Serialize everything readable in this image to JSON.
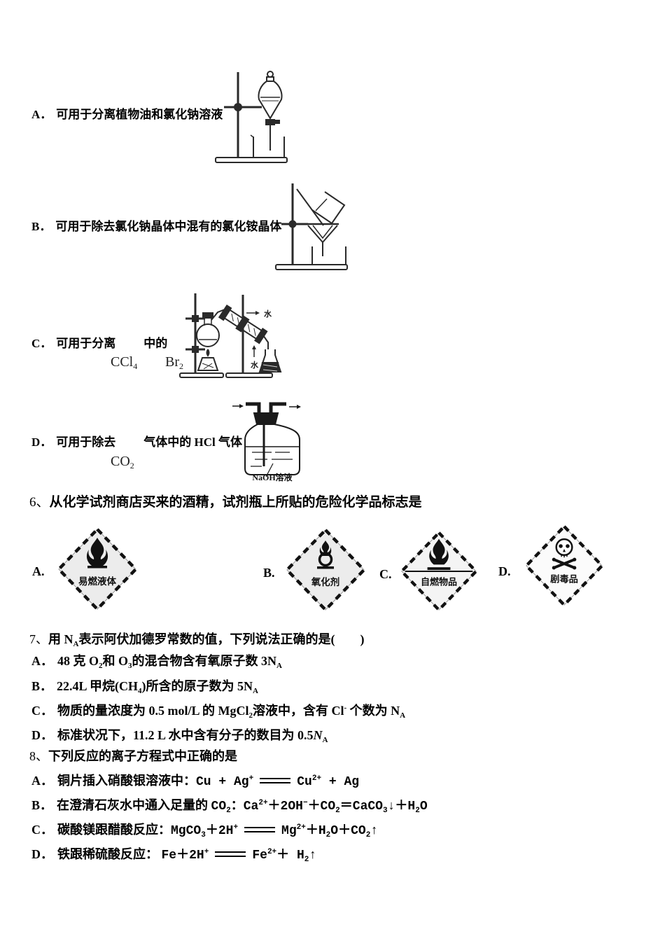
{
  "colors": {
    "ink": "#000000",
    "diagram_ink": "#2a2a2a",
    "diamond_fill": "#ececec"
  },
  "apparatus": {
    "water_label": "水",
    "naoh_label": "NaOH溶液",
    "a": {
      "label": "A．",
      "text": "可用于分离植物油和氯化钠溶液"
    },
    "b": {
      "label": "B．",
      "text": "可用于除去氯化钠晶体中混有的氯化铵晶体"
    },
    "c": {
      "label": "C．",
      "text1": "可用于分离",
      "text2": "中的",
      "f1": "CCl",
      "f1sub": "4",
      "f2": "Br",
      "f2sub": "2"
    },
    "d": {
      "label": "D．",
      "text1": "可用于除去",
      "text2": "气体中的 HCl 气体",
      "f1": "CO",
      "f1sub": "2"
    }
  },
  "q6": {
    "number": "6、",
    "title": "从化学试剂商店买来的酒精，试剂瓶上所贴的危险化学品标志是",
    "options": [
      {
        "label": "A.",
        "symbol": "flammable-liquid",
        "caption": "易燃液体"
      },
      {
        "label": "B.",
        "symbol": "oxidizer",
        "caption": "氧化剂"
      },
      {
        "label": "C.",
        "symbol": "spontaneously-combustible",
        "caption": "自燃物品"
      },
      {
        "label": "D.",
        "symbol": "highly-toxic",
        "caption": "剧毒品"
      }
    ]
  },
  "q7": {
    "number": "7、",
    "title_runs": [
      {
        "t": "用 N"
      },
      {
        "t": "A",
        "s": "sub"
      },
      {
        "t": "表示阿伏加德罗常数的值，下列说法正确的是(　　)"
      }
    ],
    "options": [
      {
        "label": "A．",
        "runs": [
          {
            "t": "48 克 O"
          },
          {
            "t": "2",
            "s": "sub"
          },
          {
            "t": "和 O"
          },
          {
            "t": "3",
            "s": "sub"
          },
          {
            "t": "的混合物含有氧原子数 3N"
          },
          {
            "t": "A",
            "s": "sub"
          }
        ]
      },
      {
        "label": "B．",
        "runs": [
          {
            "t": "22.4L 甲烷(CH"
          },
          {
            "t": "4",
            "s": "sub"
          },
          {
            "t": ")所含的原子数为 5N"
          },
          {
            "t": "A",
            "s": "sub"
          }
        ]
      },
      {
        "label": "C．",
        "runs": [
          {
            "t": "物质的量浓度为 0.5 mol/L 的 MgCl"
          },
          {
            "t": "2",
            "s": "sub"
          },
          {
            "t": "溶液中，含有 Cl"
          },
          {
            "t": "-",
            "s": "sup"
          },
          {
            "t": " 个数为 N"
          },
          {
            "t": "A",
            "s": "sub"
          }
        ]
      },
      {
        "label": "D．",
        "runs": [
          {
            "t": "标准状况下，11.2 L 水中含有分子的数目为 0.5"
          },
          {
            "t": "N",
            "s": "i"
          },
          {
            "t": "A",
            "s": "sub"
          }
        ]
      }
    ]
  },
  "q8": {
    "number": "8、",
    "title": "下列反应的离子方程式中正确的是",
    "options": [
      {
        "label": "A．",
        "runs": [
          {
            "t": "铜片插入硝酸银溶液中："
          },
          {
            "t": "Cu + Ag",
            "s": "m"
          },
          {
            "t": "+",
            "s": "msup"
          },
          {
            "t": "",
            "s": "dbl"
          },
          {
            "t": "Cu",
            "s": "m"
          },
          {
            "t": "2+",
            "s": "msup"
          },
          {
            "t": " + Ag",
            "s": "m"
          }
        ]
      },
      {
        "label": "B．",
        "runs": [
          {
            "t": "在澄清石灰水中通入足量的 "
          },
          {
            "t": "CO",
            "s": "m"
          },
          {
            "t": "2",
            "s": "msub"
          },
          {
            "t": "："
          },
          {
            "t": "Ca",
            "s": "m"
          },
          {
            "t": "2+",
            "s": "msup"
          },
          {
            "t": "＋2OH",
            "s": "m"
          },
          {
            "t": "−",
            "s": "msup"
          },
          {
            "t": "＋CO",
            "s": "m"
          },
          {
            "t": "2",
            "s": "msub"
          },
          {
            "t": "＝CaCO",
            "s": "m"
          },
          {
            "t": "3",
            "s": "msub"
          },
          {
            "t": "↓＋H",
            "s": "m"
          },
          {
            "t": "2",
            "s": "msub"
          },
          {
            "t": "O",
            "s": "m"
          }
        ]
      },
      {
        "label": "C．",
        "runs": [
          {
            "t": "碳酸镁跟醋酸反应："
          },
          {
            "t": "MgCO",
            "s": "m"
          },
          {
            "t": "3",
            "s": "msub"
          },
          {
            "t": "＋2H",
            "s": "m"
          },
          {
            "t": "+",
            "s": "msup"
          },
          {
            "t": "",
            "s": "dbl"
          },
          {
            "t": "Mg",
            "s": "m"
          },
          {
            "t": "2+",
            "s": "msup"
          },
          {
            "t": "＋H",
            "s": "m"
          },
          {
            "t": "2",
            "s": "msub"
          },
          {
            "t": "O＋CO",
            "s": "m"
          },
          {
            "t": "2",
            "s": "msub"
          },
          {
            "t": "↑",
            "s": "m"
          }
        ]
      },
      {
        "label": "D．",
        "runs": [
          {
            "t": "铁跟稀硫酸反应： "
          },
          {
            "t": "Fe＋2H",
            "s": "m"
          },
          {
            "t": "+",
            "s": "msup"
          },
          {
            "t": "",
            "s": "dbl"
          },
          {
            "t": "Fe",
            "s": "m"
          },
          {
            "t": "2+",
            "s": "msup"
          },
          {
            "t": "＋ H",
            "s": "m"
          },
          {
            "t": "2",
            "s": "msub"
          },
          {
            "t": "↑",
            "s": "m"
          }
        ]
      }
    ]
  }
}
